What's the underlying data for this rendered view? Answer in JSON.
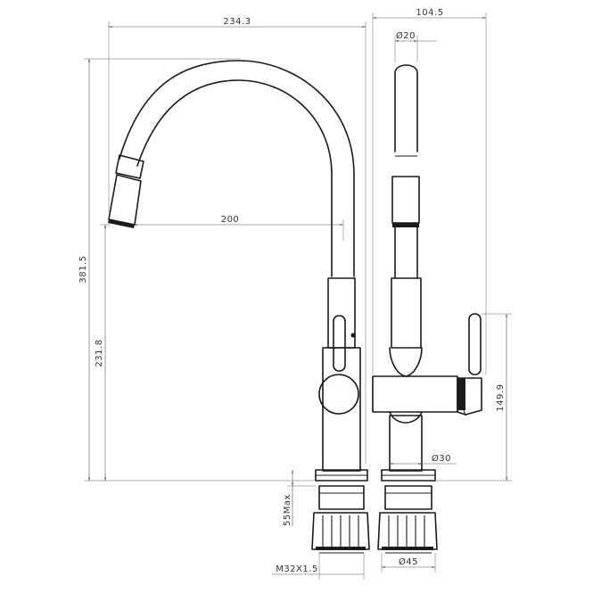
{
  "dimensions": {
    "width_front": "234.3",
    "width_side": "104.5",
    "spout_diameter": "Ø20",
    "spout_reach": "200",
    "total_height": "381.5",
    "spout_height": "231.8",
    "lever_height": "149.9",
    "body_diameter": "Ø30",
    "max_counter": "55Max",
    "thread": "M32X1.5",
    "base_diameter": "Ø45"
  },
  "colors": {
    "line": "#1a1a1a",
    "dimension": "#555555"
  }
}
